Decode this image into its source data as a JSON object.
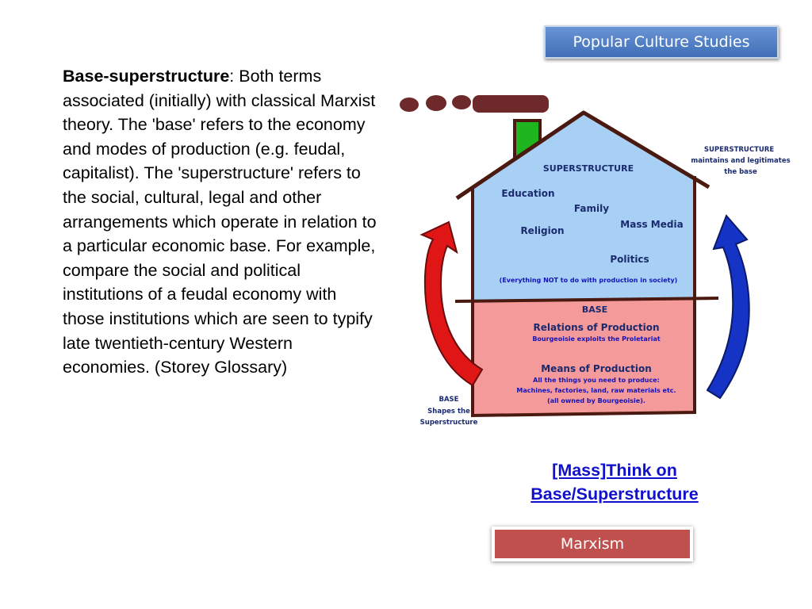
{
  "header": {
    "button_label": "Popular Culture Studies"
  },
  "definition": {
    "term": "Base-superstructure",
    "text": ": Both terms associated (initially) with classical Marxist theory. The 'base' refers to the economy and modes of production (e.g. feudal, capitalist). The 'superstructure' refers to the social, cultural, legal and other arrangements which operate in relation to a particular economic base. For example, compare the social and political institutions of a feudal economy with those institutions which are seen to typify late twentieth-century Western economies. (Storey Glossary)"
  },
  "diagram": {
    "superstructure_title": "SUPERSTRUCTURE",
    "superstructure_items": {
      "education": "Education",
      "family": "Family",
      "religion": "Religion",
      "mass_media": "Mass Media",
      "politics": "Politics"
    },
    "superstructure_note": "(Everything NOT to do with production in society)",
    "base_title": "BASE",
    "relations_title": "Relations of Production",
    "relations_note": "Bourgeoisie exploits the Proletariat",
    "means_title": "Means of Production",
    "means_note_1": "All the things you need to produce:",
    "means_note_2": "Machines, factories, land, raw materials etc.",
    "means_note_3": "(all owned by Bourgeoisie).",
    "right_caption_1": "SUPERSTRUCTURE",
    "right_caption_2": "maintains and legitimates",
    "right_caption_3": "the base",
    "left_caption_1": "BASE",
    "left_caption_2": "Shapes the",
    "left_caption_3": "Superstructure",
    "colors": {
      "superstructure_fill": "#a8d0f5",
      "base_fill": "#f59a9a",
      "chimney": "#1fb51f",
      "left_arrow": "#e01616",
      "right_arrow": "#1533c4",
      "label_text": "#1a2a6e",
      "note_text": "#1414b8"
    }
  },
  "link": {
    "line1": "[Mass]Think on",
    "line2": "Base/Superstructure"
  },
  "footer": {
    "button_label": "Marxism"
  }
}
